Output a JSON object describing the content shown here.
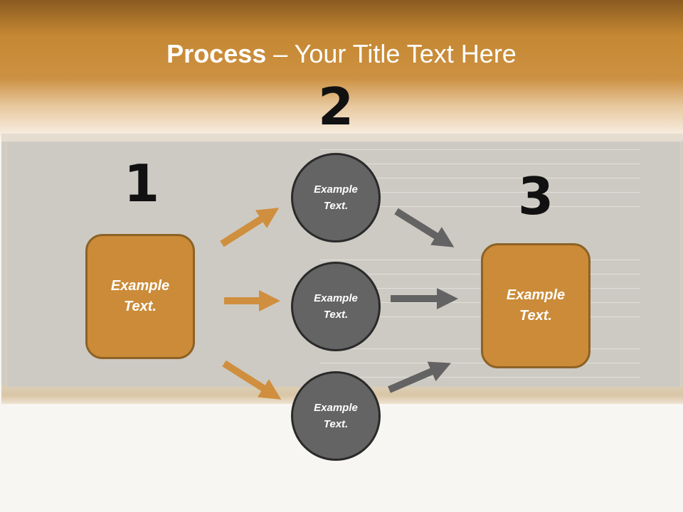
{
  "slide": {
    "title_bold": "Process",
    "title_rest": " – Your Title Text Here"
  },
  "steps": {
    "one": "1",
    "two": "2",
    "three": "3"
  },
  "boxes": {
    "left": "Example\nText.",
    "right": "Example\nText."
  },
  "circles": {
    "top": "Example\nText.",
    "middle": "Example\nText.",
    "bottom": "Example\nText."
  },
  "colors": {
    "box_fill": "#cb8b38",
    "circle_fill": "#646464",
    "orange_arrow": "#cf8f3f",
    "gray_arrow": "#636363"
  }
}
